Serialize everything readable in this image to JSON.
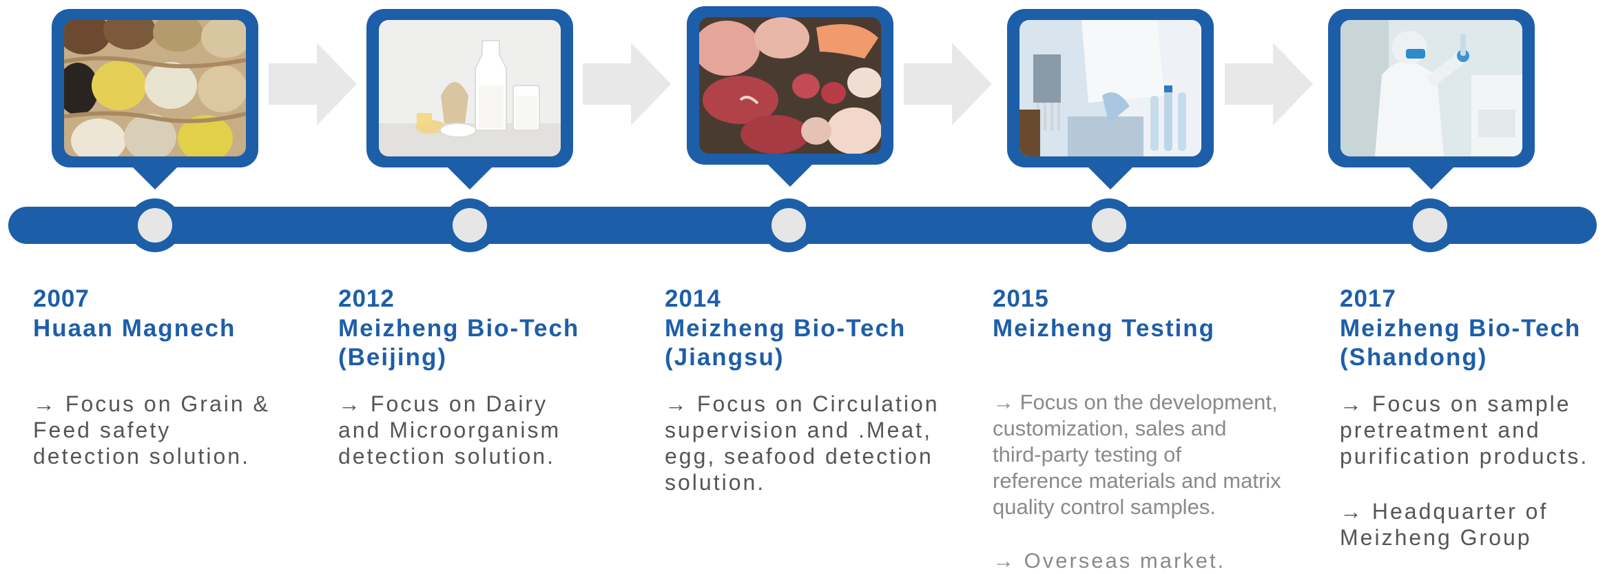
{
  "colors": {
    "primary": "#1d5ea9",
    "node_dot": "#e6e6e6",
    "arrow": "#e8e8e8",
    "text_dark": "#555555",
    "text_light": "#8a8a8a"
  },
  "milestones": [
    {
      "year": "2007",
      "name_lines": [
        "Huaan Magnech"
      ],
      "image": "grain-sacks-photo",
      "description": [
        "→ Focus on Grain &",
        "Feed safety",
        "detection solution."
      ]
    },
    {
      "year": "2012",
      "name_lines": [
        "Meizheng Bio-Tech",
        "(Beijing)"
      ],
      "image": "dairy-products-photo",
      "description": [
        "→ Focus on Dairy",
        "and Microorganism",
        "detection solution."
      ]
    },
    {
      "year": "2014",
      "name_lines": [
        "Meizheng Bio-Tech",
        "(Jiangsu)"
      ],
      "image": "meat-seafood-photo",
      "description": [
        "→ Focus on Circulation",
        "supervision and .Meat,",
        "egg, seafood detection",
        "solution."
      ]
    },
    {
      "year": "2015",
      "name_lines": [
        "Meizheng Testing"
      ],
      "image": "lab-pipette-photo",
      "description": [
        "→ Focus on the development,",
        "customization, sales and",
        "third-party testing of",
        "reference materials and matrix",
        "quality control samples."
      ],
      "description_extra": [
        "→ Overseas market."
      ]
    },
    {
      "year": "2017",
      "name_lines": [
        "Meizheng Bio-Tech",
        "(Shandong)"
      ],
      "image": "lab-scientist-photo",
      "description": [
        "→ Focus on sample",
        "pretreatment and",
        "purification products."
      ],
      "description_extra": [
        "→ Headquarter of",
        "Meizheng Group"
      ]
    }
  ]
}
